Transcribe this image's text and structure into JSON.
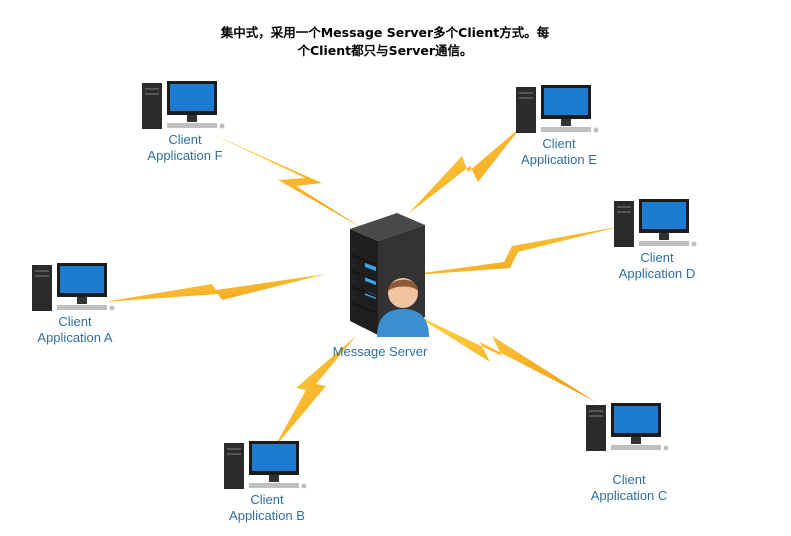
{
  "title": {
    "line1": "集中式，采用一个Message   Server多个Client方式。每",
    "line2": "个Client都只与Server通信。"
  },
  "server": {
    "label": "Message Server",
    "icon": "server-with-user-icon"
  },
  "clients": [
    {
      "id": "f",
      "line1": "Client",
      "line2": "Application F"
    },
    {
      "id": "e",
      "line1": "Client",
      "line2": "Application E"
    },
    {
      "id": "d",
      "line1": "Client",
      "line2": "Application D"
    },
    {
      "id": "a",
      "line1": "Client",
      "line2": "Application A"
    },
    {
      "id": "c",
      "line1": "Client",
      "line2": "Application C"
    },
    {
      "id": "b",
      "line1": "Client",
      "line2": "Application B"
    }
  ],
  "colors": {
    "bolt": "#f5a81c",
    "label": "#2f6f9f",
    "monitor": "#1677c9",
    "tower": "#2b2b2b"
  }
}
